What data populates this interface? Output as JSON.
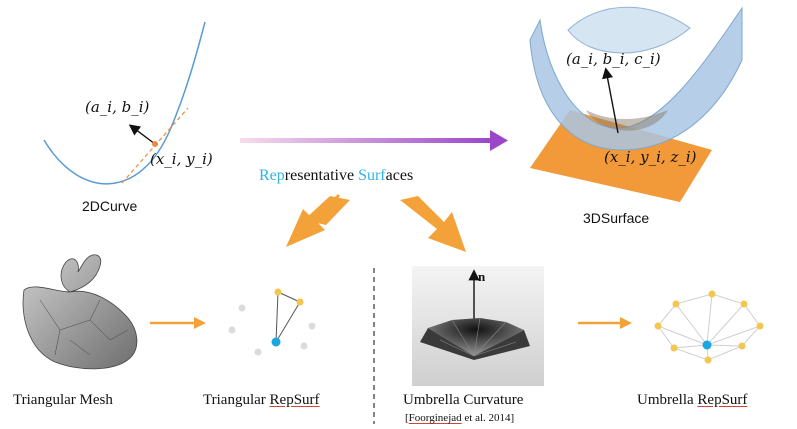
{
  "top": {
    "curve_label": "2DCurve",
    "curve_point": "(x_i, y_i)",
    "curve_normal": "(a_i, b_i)",
    "surface_label": "3DSurface",
    "surface_point": "(x_i, y_i, z_i)",
    "surface_normal": "(a_i, b_i, c_i)",
    "center_title": {
      "part1_accent": "Rep",
      "part1_rest": "resentative ",
      "part2_accent": "Surf",
      "part2_rest": "aces"
    }
  },
  "bottom": {
    "left": {
      "mesh_label": "Triangular Mesh",
      "repsurf_prefix": "Triangular ",
      "repsurf_name": "RepSurf"
    },
    "right": {
      "curvature_label": "Umbrella Curvature",
      "citation_prefix": "[",
      "citation_name": "Foorginejad",
      "citation_rest": " et al. 2014]",
      "normal_symbol": "n",
      "repsurf_prefix": "Umbrella ",
      "repsurf_name": "RepSurf"
    }
  },
  "colors": {
    "accent_cyan": "#2fb4e6",
    "arrow_orange": "#f3a23a",
    "gradient_start": "#f2c6de",
    "gradient_end": "#9b45c9",
    "plane_orange": "#f29a3a",
    "surface_blue": "#a9c6e3",
    "node_yellow": "#f4c64f",
    "node_center": "#1aa7e0"
  }
}
